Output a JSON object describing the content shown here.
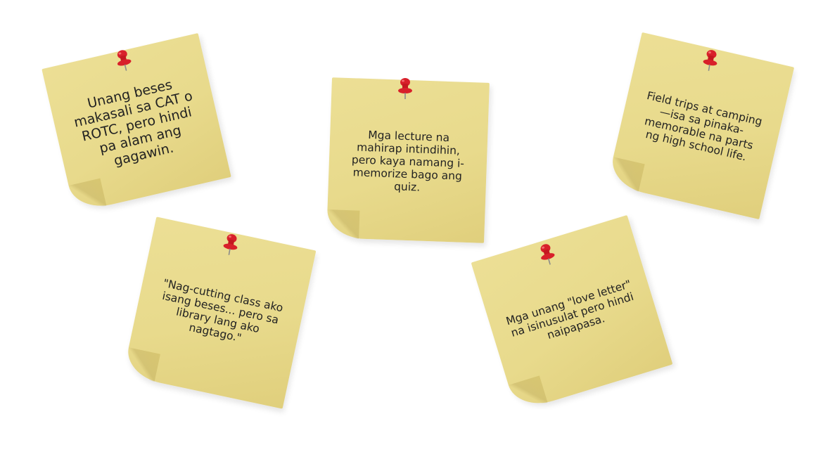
{
  "notes": [
    {
      "text": "Unang beses makasali sa CAT o ROTC, pero hindi pa alam ang gagawin."
    },
    {
      "text": "Mga lecture na mahirap intindihin, pero kaya namang i-memorize bago ang quiz."
    },
    {
      "text": "Field trips at camping—isa sa pinaka-memorable na parts ng high school life."
    },
    {
      "text": "\"Nag-cutting class ako isang beses... pero sa library lang ako nagtago.\""
    },
    {
      "text": "Mga unang \"love letter\" na isinusulat pero hindi naipapasa."
    }
  ],
  "colors": {
    "note": "#e8da8c",
    "pin": "#d8202a",
    "text": "#222222"
  },
  "icons": {
    "pin": "push-pin-icon"
  }
}
